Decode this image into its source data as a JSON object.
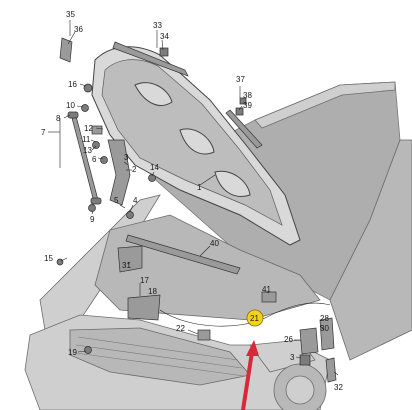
{
  "callouts": [
    {
      "id": "c35",
      "text": "35"
    },
    {
      "id": "c36",
      "text": "36"
    },
    {
      "id": "c33",
      "text": "33"
    },
    {
      "id": "c34",
      "text": "34"
    },
    {
      "id": "c16",
      "text": "16"
    },
    {
      "id": "c10",
      "text": "10"
    },
    {
      "id": "c8",
      "text": "8"
    },
    {
      "id": "c7",
      "text": "7"
    },
    {
      "id": "c12",
      "text": "12"
    },
    {
      "id": "c11",
      "text": "11"
    },
    {
      "id": "c13",
      "text": "13"
    },
    {
      "id": "c6",
      "text": "6"
    },
    {
      "id": "c3",
      "text": "3"
    },
    {
      "id": "c2",
      "text": "2"
    },
    {
      "id": "c14",
      "text": "14"
    },
    {
      "id": "c5",
      "text": "5"
    },
    {
      "id": "c4",
      "text": "4"
    },
    {
      "id": "c9",
      "text": "9"
    },
    {
      "id": "c1",
      "text": "1"
    },
    {
      "id": "c37",
      "text": "37"
    },
    {
      "id": "c38",
      "text": "38"
    },
    {
      "id": "c39",
      "text": "39"
    },
    {
      "id": "c40",
      "text": "40"
    },
    {
      "id": "c15",
      "text": "15"
    },
    {
      "id": "c31",
      "text": "31"
    },
    {
      "id": "c17",
      "text": "17"
    },
    {
      "id": "c18",
      "text": "18"
    },
    {
      "id": "c41",
      "text": "41"
    },
    {
      "id": "c22",
      "text": "22"
    },
    {
      "id": "c21",
      "text": "21"
    },
    {
      "id": "c26",
      "text": "26"
    },
    {
      "id": "c28",
      "text": "28"
    },
    {
      "id": "c30",
      "text": "30"
    },
    {
      "id": "c3b",
      "text": "3"
    },
    {
      "id": "c19",
      "text": "19"
    },
    {
      "id": "c32",
      "text": "32"
    }
  ],
  "colors": {
    "highlight": "#f2d21b",
    "arrow": "#d8283a",
    "line": "#222222"
  }
}
